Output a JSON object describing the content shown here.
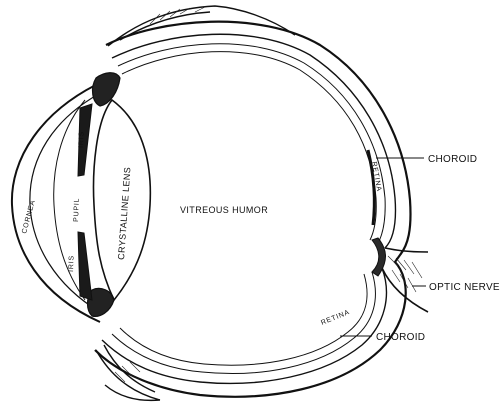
{
  "labels": {
    "cornea": "CORNEA",
    "iris_upper": "IRIS",
    "iris_lower": "IRIS",
    "pupil": "PUPIL",
    "lens": "CRYSTALLINE LENS",
    "vitreous": "VITREOUS HUMOR",
    "retina_upper": "RETINA",
    "retina_lower": "RETINA",
    "choroid_upper": "CHOROID",
    "optic_nerve": "OPTIC NERVE",
    "choroid_lower": "CHOROID"
  },
  "colors": {
    "ink": "#111111",
    "paper": "#ffffff"
  }
}
